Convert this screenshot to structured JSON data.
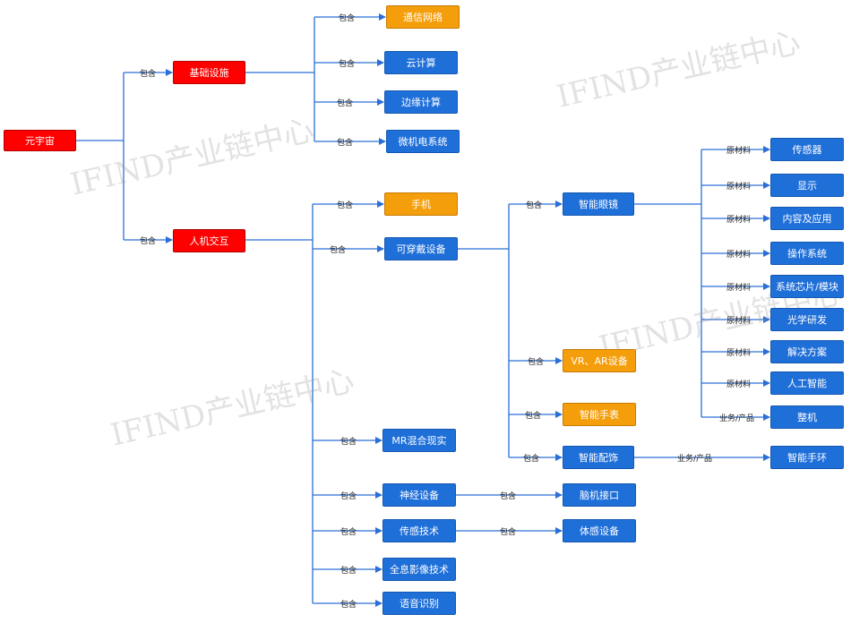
{
  "nodes": {
    "root": "元宇宙",
    "infra": "基础设施",
    "hci": "人机交互",
    "telecom": "通信网络",
    "cloud": "云计算",
    "edge": "边缘计算",
    "mems": "微机电系统",
    "phone": "手机",
    "wearable": "可穿戴设备",
    "mr": "MR混合现实",
    "neural": "神经设备",
    "sensing": "传感技术",
    "holo": "全息影像技术",
    "speech": "语音识别",
    "glasses": "智能眼镜",
    "vrar": "VR、AR设备",
    "watch": "智能手表",
    "accessory": "智能配饰",
    "bci": "脑机接口",
    "motion": "体感设备",
    "sensor": "传感器",
    "display": "显示",
    "content": "内容及应用",
    "os": "操作系统",
    "chip": "系统芯片/模块",
    "optics": "光学研发",
    "solution": "解决方案",
    "ai": "人工智能",
    "complete": "整机",
    "ring": "智能手环"
  },
  "relations": {
    "contains": "包含",
    "raw_material": "原材料",
    "business_product": "业务/产品"
  },
  "watermark": "IFIND产业链中心",
  "colors": {
    "root": "#ff0000",
    "node": "#1f6fd9",
    "highlight": "#f59e0b",
    "line": "#2b6fd6"
  }
}
